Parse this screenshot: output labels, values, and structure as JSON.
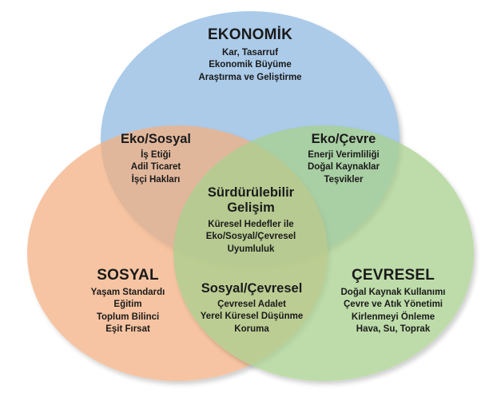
{
  "colors": {
    "economic": "#9dc3e6",
    "social": "#f4b183",
    "environmental": "#a9d18e"
  },
  "circles": {
    "economic": {
      "title": "EKONOMİK",
      "lines": [
        "Kar, Tasarruf",
        "Ekonomik Büyüme",
        "Araştırma ve Geliştirme"
      ]
    },
    "social": {
      "title": "SOSYAL",
      "lines": [
        "Yaşam Standardı",
        "Eğitim",
        "Toplum Bilinci",
        "Eşit Fırsat"
      ]
    },
    "environmental": {
      "title": "ÇEVRESEL",
      "lines": [
        "Doğal Kaynak Kullanımı",
        "Çevre ve Atık Yönetimi",
        "Kirlenmeyi Önleme",
        "Hava, Su, Toprak"
      ]
    }
  },
  "overlaps": {
    "eco_social": {
      "title": "Eko/Sosyal",
      "lines": [
        "İş Etiği",
        "Adil Ticaret",
        "İşçi Hakları"
      ]
    },
    "eco_environment": {
      "title": "Eko/Çevre",
      "lines": [
        "Enerji Verimliliği",
        "Doğal Kaynaklar",
        "Teşvikler"
      ]
    },
    "social_environment": {
      "title": "Sosyal/Çevresel",
      "lines": [
        "Çevresel Adalet",
        "Yerel Küresel Düşünme",
        "Koruma"
      ]
    },
    "center": {
      "title_line1": "Sürdürülebilir",
      "title_line2": "Gelişim",
      "lines": [
        "Küresel Hedefler ile",
        "Eko/Sosyal/Çevresel",
        "Uyumluluk"
      ]
    }
  }
}
